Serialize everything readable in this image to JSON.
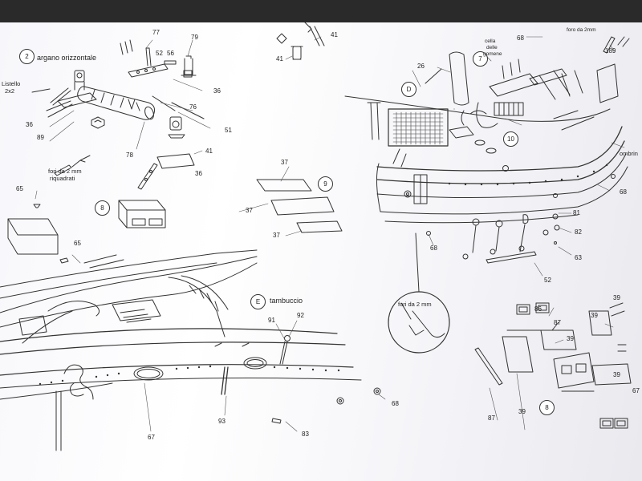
{
  "sections": {
    "argano": {
      "step": "2",
      "title": "argano orizzontale"
    },
    "listello": {
      "line1": "Listello",
      "line2": "2x2"
    },
    "fori_quad": {
      "line1": "fori da 2 mm",
      "line2": "riquadrati"
    },
    "tambuccio": {
      "step": "E",
      "title": "tambuccio"
    },
    "fori": {
      "text": "fori da 2 mm"
    },
    "step8_left": "8",
    "step8_right": "8",
    "step9": "9",
    "step7": "7",
    "stepD": "D",
    "step10": "10",
    "cella": {
      "line1": "cella",
      "line2": "delle",
      "line3": "gomene"
    },
    "foro_top": "foro da 2mm",
    "ombrin": "ombrin"
  },
  "labels": {
    "n77": "77",
    "n79": "79",
    "n52": "52",
    "n56": "56",
    "n76": "76",
    "n36a": "36",
    "n36b": "36",
    "n89": "89",
    "n51": "51",
    "n78": "78",
    "n41a": "41",
    "n36c": "36",
    "n41top": "41",
    "n41b": "41",
    "n65a": "65",
    "n65b": "65",
    "n37a": "37",
    "n37b": "37",
    "n37c": "37",
    "n68top": "68",
    "n189": "189",
    "n26": "26",
    "n68a": "68",
    "n68b": "68",
    "n81": "81",
    "n82": "82",
    "n63": "63",
    "n52b": "52",
    "n68c": "68",
    "n91": "91",
    "n92": "92",
    "n93": "93",
    "n83": "83",
    "n67": "67",
    "n68d": "68",
    "n86": "86",
    "n87a": "87",
    "n39a": "39",
    "n39b": "39",
    "n39c": "39",
    "n39d": "39",
    "n39e": "39",
    "n87b": "87",
    "n67b": "67"
  }
}
